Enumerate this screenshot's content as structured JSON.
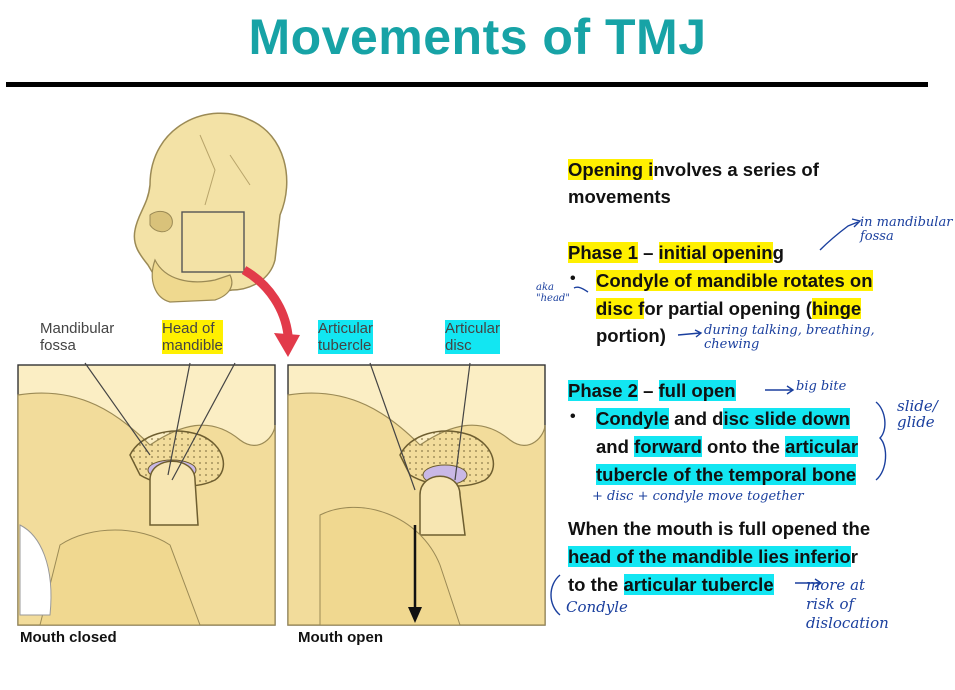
{
  "title": "Movements of TMJ",
  "figure": {
    "labels": {
      "mandibular_fossa": "Mandibular\nfossa",
      "head_of_mandible": "Head of\nmandible",
      "articular_tubercle": "Articular\ntubercle",
      "articular_disc": "Articular\ndisc"
    },
    "captions": {
      "closed": "Mouth closed",
      "open": "Mouth open"
    }
  },
  "content": {
    "intro_hl": "Opening i",
    "intro_rest": "nvolves a series of",
    "intro_line2": "movements",
    "phase1": {
      "heading_hl": "Phase 1",
      "dash": " – ",
      "name_hl": "initial openin",
      "name_tail": "g",
      "bullet_l1": "Condyle of mandible rotates on",
      "bullet_l2_hl": "disc f",
      "bullet_l2_rest": "or partial opening (",
      "bullet_l2_hl2": "hinge",
      "bullet_l3": "portion)"
    },
    "phase2": {
      "heading_hl": "Phase 2",
      "dash": " – ",
      "name_hl": "full open",
      "b_l1_a": "Condyle",
      "b_l1_b": " and d",
      "b_l1_c": "isc slide down",
      "b_l2_a": "and ",
      "b_l2_b": "forward",
      "b_l2_c": " onto the ",
      "b_l2_d": "articular",
      "b_l3": "tubercle of the temporal bone"
    },
    "conclusion": {
      "l1": "When the mouth is full opened the",
      "l2_hl": "head of the mandible lies inferio",
      "l2_rest": "r",
      "l3_a": "to the ",
      "l3_hl": "articular tubercle"
    }
  },
  "handwriting": {
    "in_fossa": "in mandibular\nfossa",
    "aka_head": "aka\n\"head\"",
    "during": "during talking, breathing,\nchewing",
    "big_bite": "big bite",
    "slide_glide": "slide/\nglide",
    "move_together": "+ disc + condyle move together",
    "condyle": "Condyle",
    "risk": "more at\nrisk of\ndislocation"
  },
  "colors": {
    "title": "#17a3a6",
    "yellow_highlight": "#fff000",
    "cyan_highlight": "#12e6f2",
    "ink": "#1a3f9e",
    "bone": "#f2dc9b"
  }
}
